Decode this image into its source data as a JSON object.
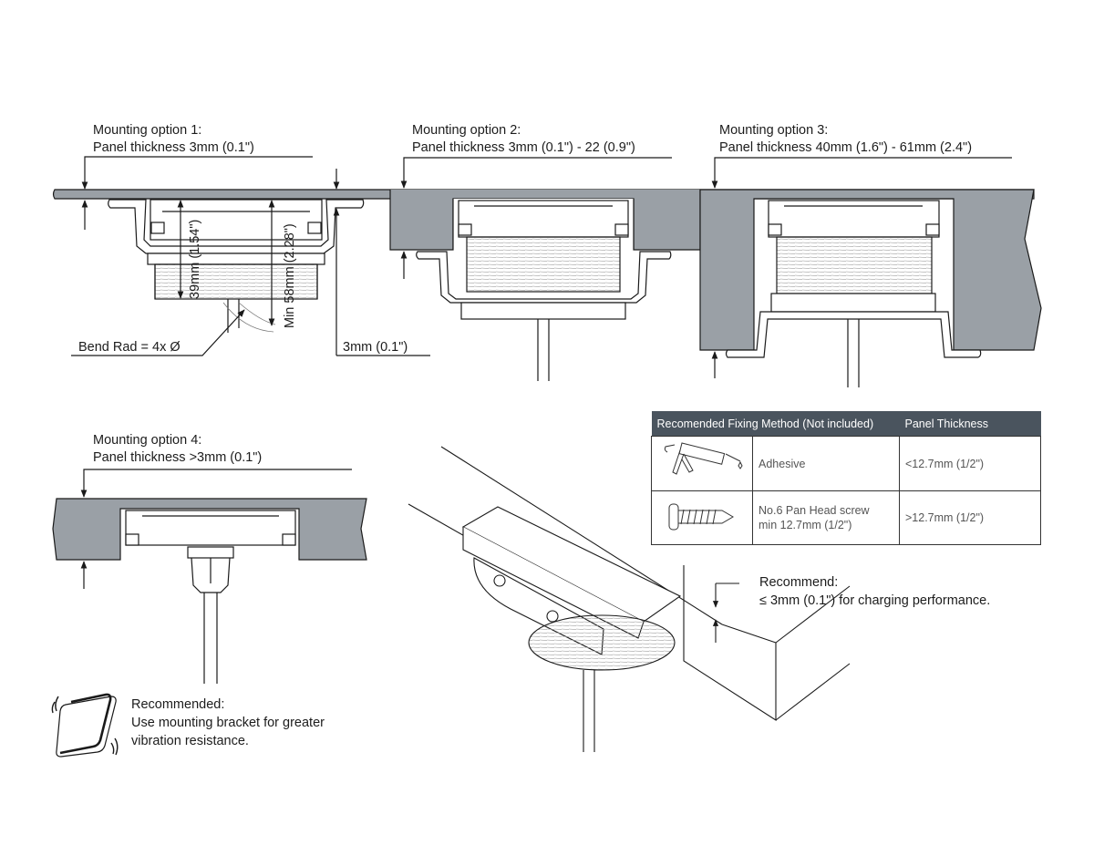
{
  "colors": {
    "panel_fill": "#9aa0a6",
    "line": "#1a1a1a",
    "table_header": "#4a545e",
    "text": "#1c1c1c"
  },
  "option1": {
    "title": "Mounting option 1:",
    "subtitle": "Panel thickness 3mm (0.1\")",
    "dim_39": "39mm (1.54\")",
    "dim_58": "Min 58mm (2.28\")",
    "bend_radius": "Bend Rad = 4x Ø",
    "gap": "3mm (0.1\")"
  },
  "option2": {
    "title": "Mounting option 2:",
    "subtitle": "Panel thickness 3mm (0.1\") - 22 (0.9\")"
  },
  "option3": {
    "title": "Mounting option 3:",
    "subtitle": "Panel thickness 40mm (1.6\") - 61mm (2.4\")"
  },
  "option4": {
    "title": "Mounting option 4:",
    "subtitle": "Panel thickness >3mm (0.1\")"
  },
  "vibration_note": {
    "icon": "vibration-bracket-icon",
    "line1": "Recommended:",
    "line2": "Use mounting bracket for greater",
    "line3": "vibration resistance."
  },
  "charging_note": {
    "line1": "Recommend:",
    "line2": "≤ 3mm (0.1\") for charging performance."
  },
  "fixing_table": {
    "headers": [
      "Recomended Fixing Method (Not included)",
      "Panel Thickness"
    ],
    "rows": [
      {
        "icon": "caulking-gun-icon",
        "method": "Adhesive",
        "method_line2": "",
        "thickness": "<12.7mm (1/2\")"
      },
      {
        "icon": "pan-head-screw-icon",
        "method": "No.6 Pan Head screw",
        "method_line2": "min 12.7mm (1/2\")",
        "thickness": ">12.7mm (1/2\")"
      }
    ]
  }
}
